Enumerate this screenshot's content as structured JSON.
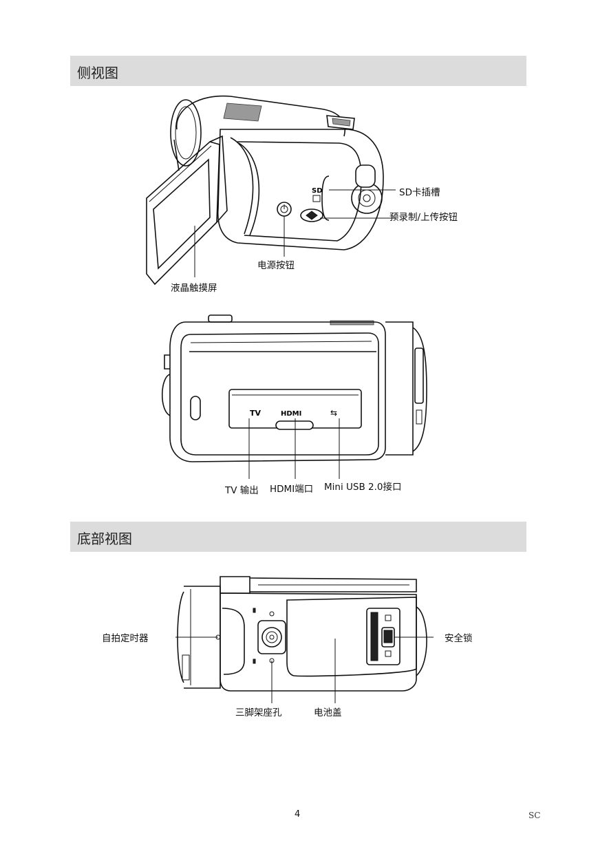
{
  "sections": {
    "side_view_title": "侧视图",
    "bottom_view_title": "底部视图"
  },
  "side_view_labels": {
    "sd_slot": "SD卡插槽",
    "pre_record": "预录制/上传按钮",
    "power": "电源按钮",
    "lcd": "液晶触摸屏"
  },
  "side_view_markings": {
    "sd_mark": "SD"
  },
  "ports_view_labels": {
    "tv": "TV 输出",
    "hdmi": "HDMI端口",
    "usb": "Mini USB 2.0接口"
  },
  "ports_view_markings": {
    "tv_mark": "TV",
    "hdmi_mark": "HDMI",
    "usb_mark": "⇆"
  },
  "bottom_view_labels": {
    "self_timer": "自拍定时器",
    "safety_lock": "安全锁",
    "tripod": "三脚架座孔",
    "battery_cover": "电池盖"
  },
  "footer": {
    "page_number": "4",
    "lang_code": "SC"
  }
}
